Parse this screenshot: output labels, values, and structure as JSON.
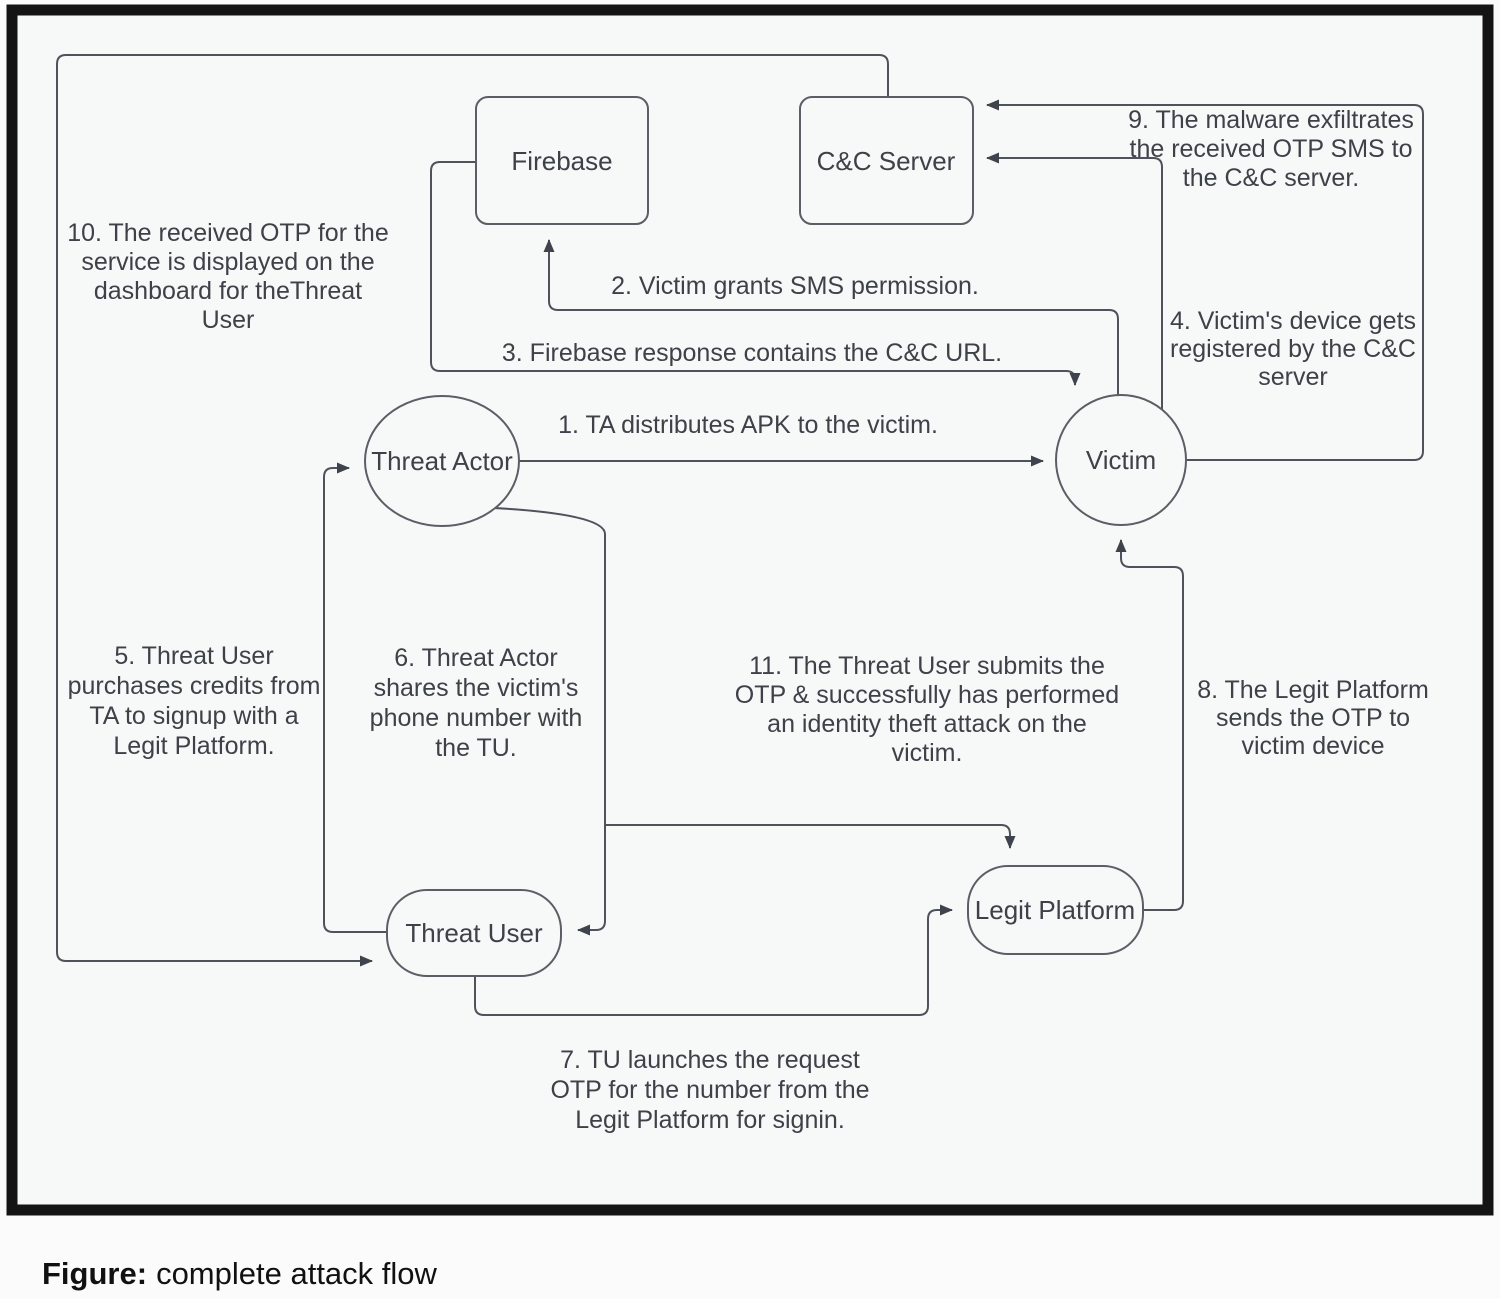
{
  "title": "complete attack flow",
  "colors": {
    "frame": "#141414",
    "edge_line": "#4e535b",
    "node_stroke": "#5a5f66",
    "node_fill": "#f7f8f8",
    "text": "#3d4148",
    "background": "#f7f8f8",
    "page": "#fbfbfb"
  },
  "nodes": {
    "firebase": {
      "label": "Firebase",
      "shape": "rectangle"
    },
    "cc_server": {
      "label": "C&C Server",
      "shape": "rectangle"
    },
    "threat_actor": {
      "label": "Threat Actor",
      "shape": "ellipse"
    },
    "victim": {
      "label": "Victim",
      "shape": "circle"
    },
    "threat_user": {
      "label": "Threat User",
      "shape": "rounded"
    },
    "legit_platform": {
      "label": "Legit Platform",
      "shape": "rounded"
    }
  },
  "edges": [
    {
      "step": 1,
      "from": "threat_actor",
      "to": "victim"
    },
    {
      "step": 2,
      "from": "victim",
      "to": "firebase"
    },
    {
      "step": 3,
      "from": "firebase",
      "to": "victim"
    },
    {
      "step": 4,
      "from": "victim",
      "to": "cc_server"
    },
    {
      "step": 5,
      "from": "threat_user",
      "to": "threat_actor"
    },
    {
      "step": 6,
      "from": "threat_actor",
      "to": "threat_user"
    },
    {
      "step": 7,
      "from": "threat_user",
      "to": "legit_platform"
    },
    {
      "step": 8,
      "from": "legit_platform",
      "to": "victim"
    },
    {
      "step": 9,
      "from": "victim",
      "to": "cc_server"
    },
    {
      "step": 10,
      "from": "cc_server",
      "to": "threat_user"
    },
    {
      "step": 11,
      "from": "threat_user",
      "to": "legit_platform"
    }
  ],
  "steps": {
    "s1": {
      "lines": [
        "1. TA distributes APK to the victim."
      ]
    },
    "s2": {
      "lines": [
        "2. Victim grants SMS permission."
      ]
    },
    "s3": {
      "lines": [
        "3. Firebase response contains the C&C URL."
      ]
    },
    "s4": {
      "lines": [
        "4. Victim's device gets",
        "registered by the C&C",
        "server"
      ]
    },
    "s5": {
      "lines": [
        "5. Threat User",
        "purchases credits from",
        "TA to signup with a",
        "Legit Platform."
      ]
    },
    "s6": {
      "lines": [
        "6. Threat Actor",
        "shares the victim's",
        "phone number with",
        "the TU."
      ]
    },
    "s7": {
      "lines": [
        "7. TU launches the request",
        "OTP for the number from the",
        "Legit Platform for signin."
      ]
    },
    "s8": {
      "lines": [
        "8. The Legit Platform",
        "sends the OTP to",
        "victim device"
      ]
    },
    "s9": {
      "lines": [
        "9. The malware exfiltrates",
        "the received OTP SMS to",
        "the C&C server."
      ]
    },
    "s10": {
      "lines": [
        "10. The received OTP for the",
        "service is displayed on the",
        "dashboard for theThreat",
        "User"
      ]
    },
    "s11": {
      "lines": [
        "11. The Threat User submits the",
        "OTP & successfully has performed",
        "an identity theft attack on the",
        "victim."
      ]
    }
  },
  "caption": {
    "prefix": "Figure:",
    "text": "complete attack flow"
  }
}
